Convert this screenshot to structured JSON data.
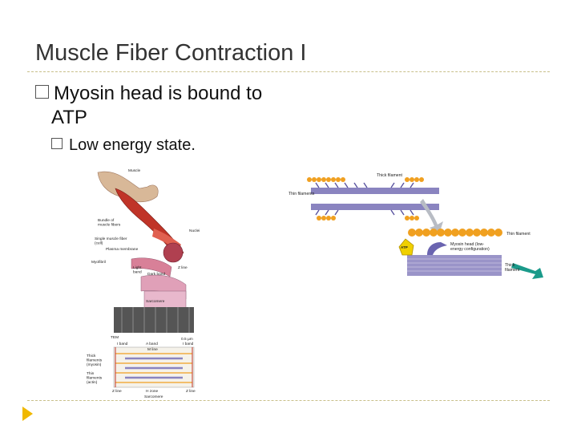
{
  "slide": {
    "title": "Muscle Fiber Contraction I",
    "bullets": [
      {
        "line1": "Myosin head is bound to",
        "line2": "ATP"
      }
    ],
    "sub_bullets": [
      "Low energy state."
    ]
  },
  "figure_left": {
    "labels": {
      "muscle": "Muscle",
      "bundle": "Bundle of\nmuscle fibers",
      "nuclei": "Nuclei",
      "single_fiber": "Single muscle fiber\n(cell)",
      "plasma": "Plasma membrane",
      "myofibril": "Myofibril",
      "light_band": "Light\nband",
      "dark_band": "Dark band",
      "z_line_top": "Z line",
      "sarcomere_top": "Sarcomere",
      "tem": "TEM",
      "scale": "0.5 µm",
      "i_band_left": "I band",
      "a_band": "A band",
      "i_band_right": "I band",
      "m_line": "M line",
      "thick_filaments": "Thick\nfilaments\n(myosin)",
      "thin_filaments": "Thin\nfilaments\n(actin)",
      "z_line_bottom_left": "Z line",
      "h_zone": "H zone",
      "z_line_bottom_right": "Z line",
      "sarcomere_bottom": "Sarcomere"
    }
  },
  "figure_right": {
    "labels": {
      "thick_filament": "Thick filament",
      "thin_filaments": "Thin filaments",
      "thin_filament": "Thin filament",
      "atp": "ATP",
      "myosin_head": "Myosin head (low-\nenergy configuration)",
      "thick_filament_2": "Thick\nfilament"
    }
  },
  "colors": {
    "accent_rule": "#c9c08a",
    "footer_arrow": "#f0b800",
    "actin": "#f0a020",
    "myosin": "#8a84c0",
    "muscle": "#c03428",
    "teal_arrow": "#1a9a8a"
  }
}
